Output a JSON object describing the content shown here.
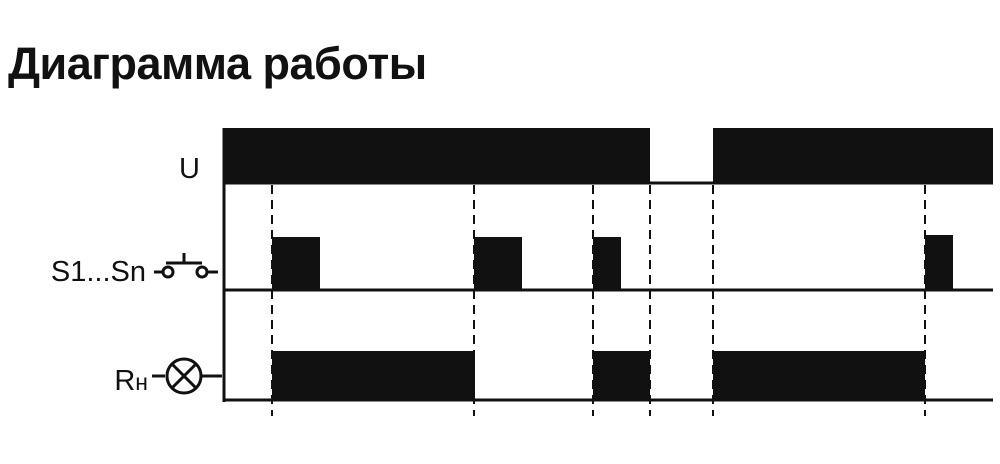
{
  "title": "Диаграмма работы",
  "rows": {
    "supply": {
      "label": "U"
    },
    "control": {
      "label": "S1...Sn",
      "icon": "push-button-icon"
    },
    "load": {
      "label_main": "R",
      "label_sub": "н",
      "icon": "lamp-icon"
    }
  },
  "colors": {
    "ink": "#111111",
    "background": "#ffffff"
  }
}
